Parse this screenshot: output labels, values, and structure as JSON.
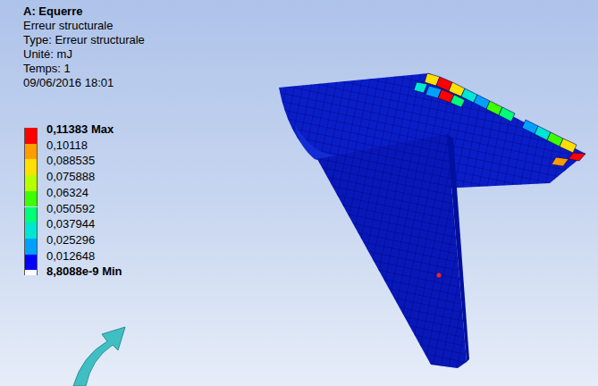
{
  "diagram": {
    "title": "A: Equerre",
    "labels": [
      "Erreur structurale",
      "Type: Erreur structurale",
      "Unité: mJ",
      "Temps: 1",
      "09/06/2016 18:01"
    ],
    "legend": [
      {
        "text": "0,11383 Max",
        "color": "#ff0000"
      },
      {
        "text": "0,10118",
        "color": "#ff9c00"
      },
      {
        "text": "0,088535",
        "color": "#ffe000"
      },
      {
        "text": "0,075888",
        "color": "#b6ff00"
      },
      {
        "text": "0,06324",
        "color": "#3cff00"
      },
      {
        "text": "0,050592",
        "color": "#00ff78"
      },
      {
        "text": "0,037944",
        "color": "#00e6d2"
      },
      {
        "text": "0,025296",
        "color": "#00a0ff"
      },
      {
        "text": "0,012648",
        "color": "#0000ff"
      },
      {
        "text": "8,8088e-9 Min",
        "color": "#ffffff"
      }
    ]
  }
}
